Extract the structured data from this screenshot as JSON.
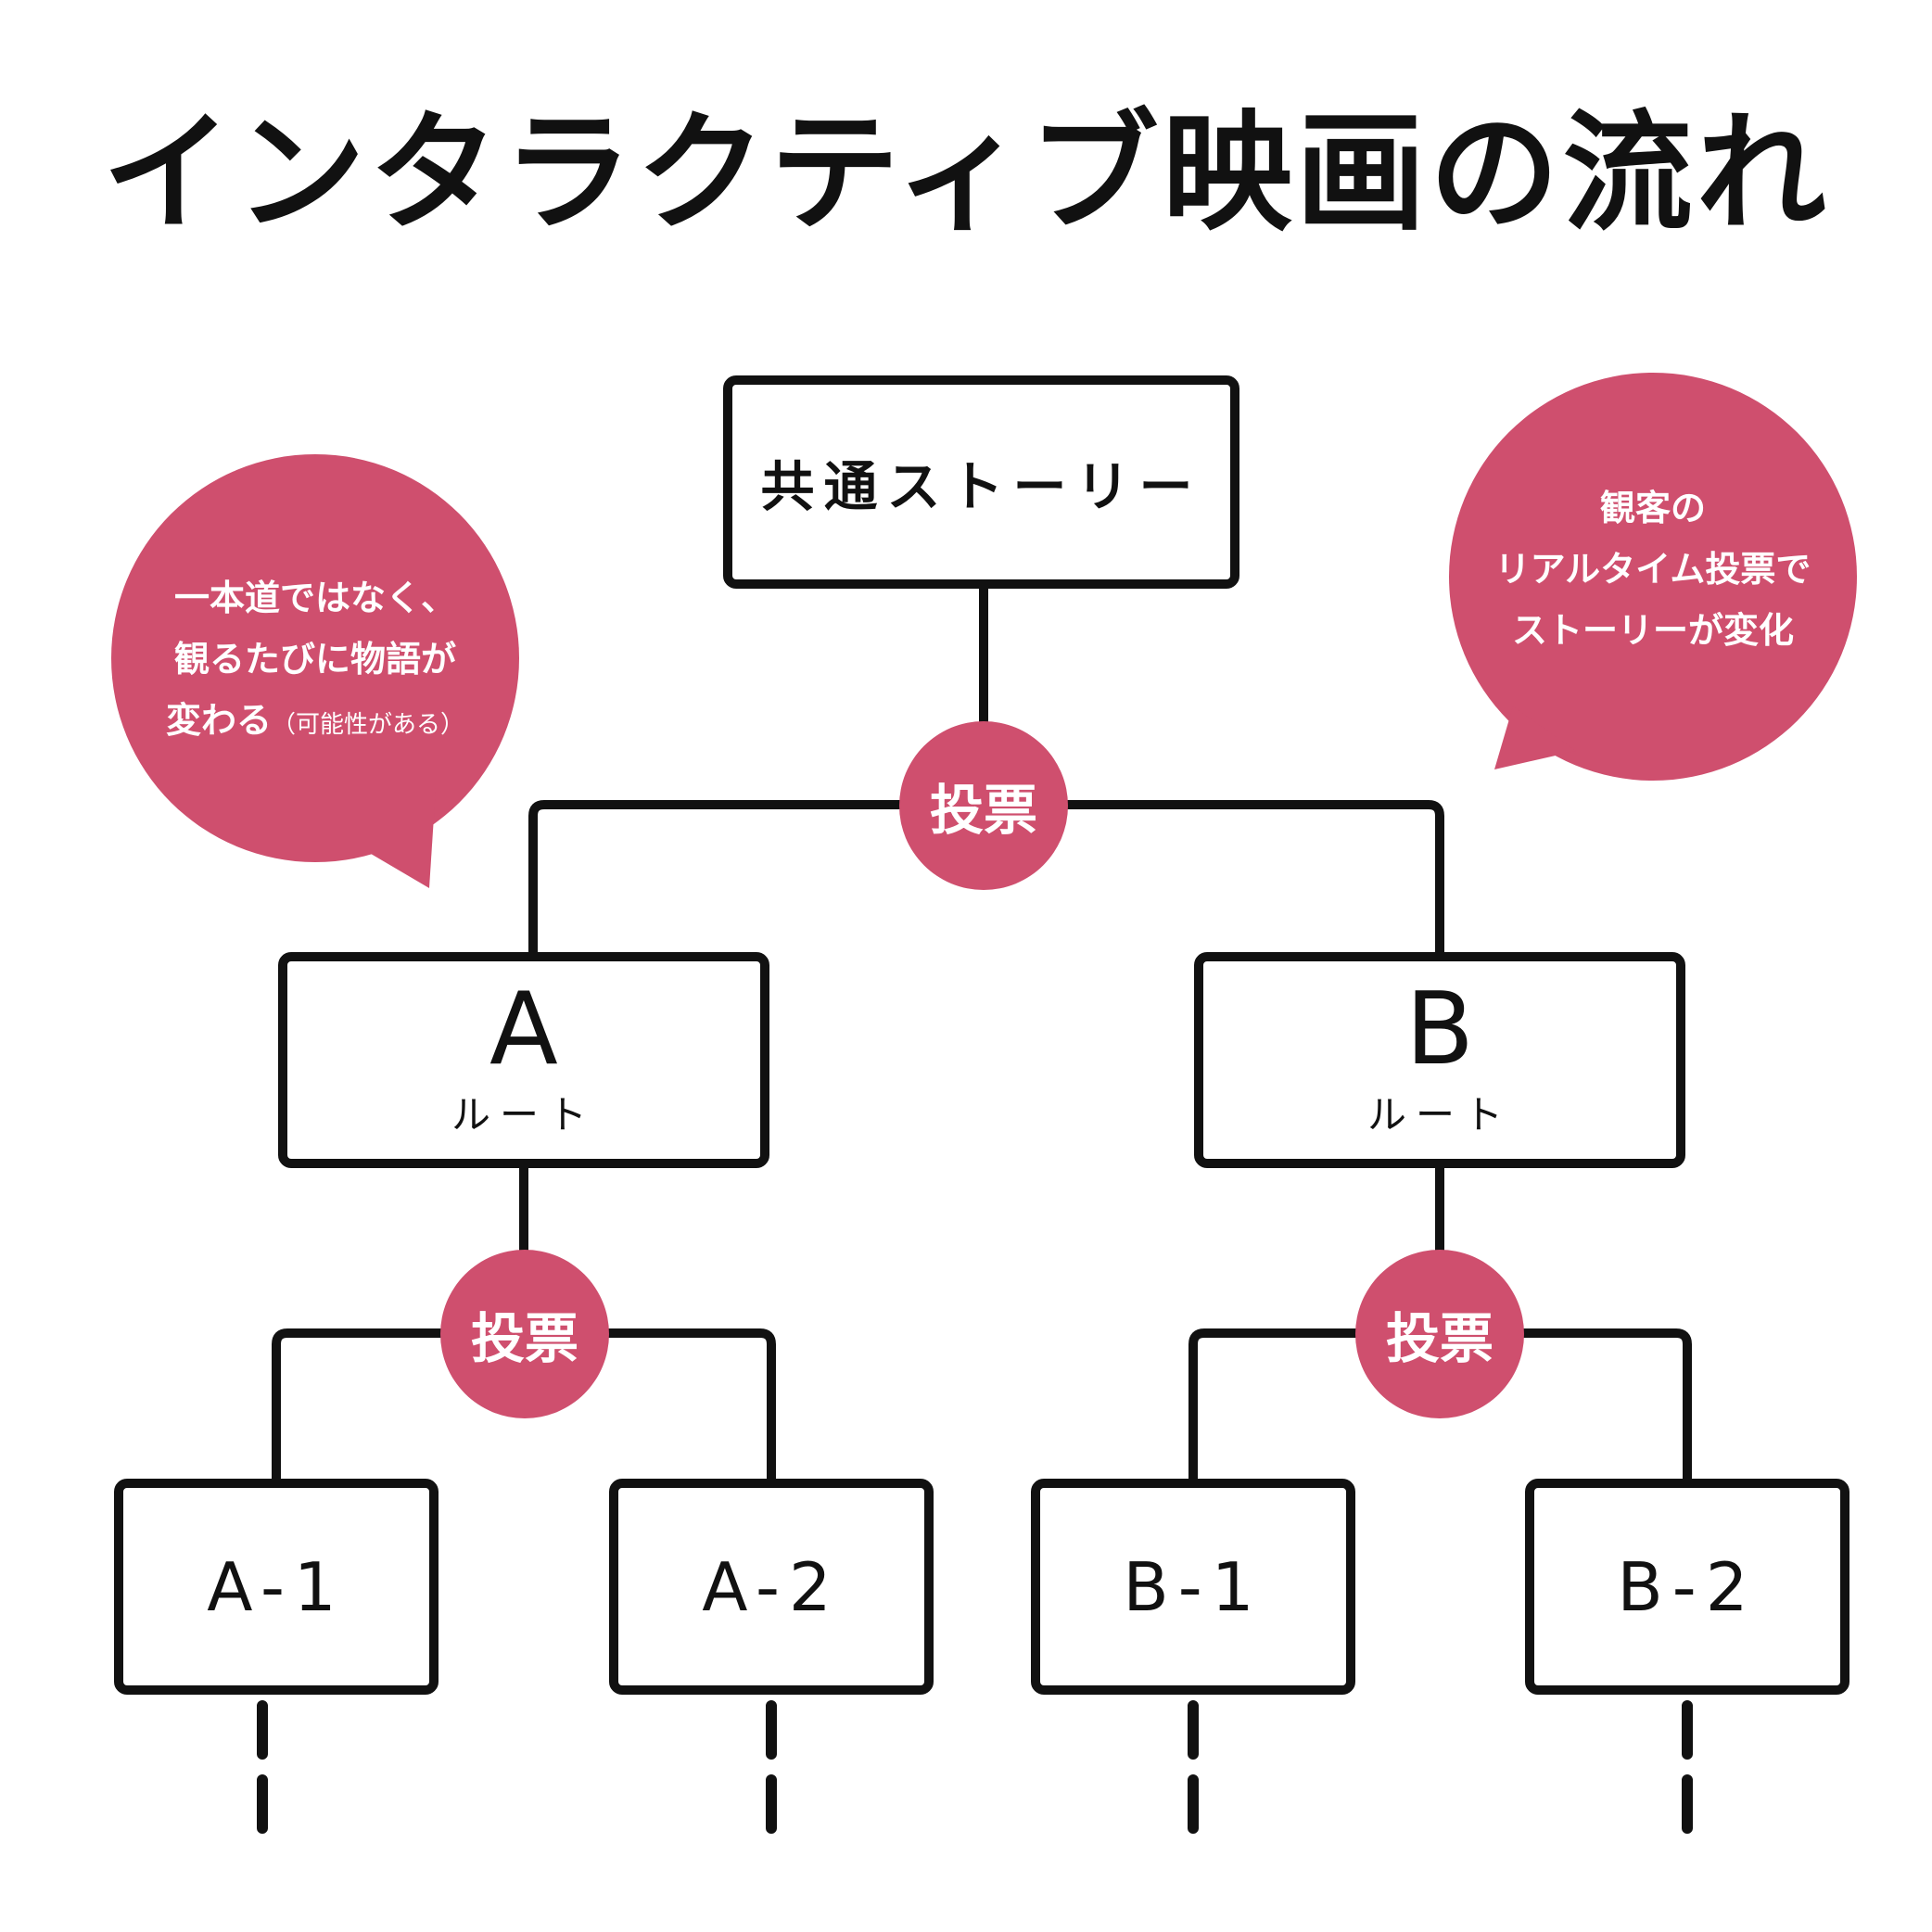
{
  "title": "インタラクティブ映画の流れ",
  "colors": {
    "line": "#111111",
    "accent": "#cf4f6e",
    "background": "#ffffff"
  },
  "root": {
    "label": "共通ストーリー"
  },
  "votes": {
    "top": "投票",
    "a": "投票",
    "b": "投票"
  },
  "routes": {
    "a": {
      "letter": "A",
      "sub": "ルート"
    },
    "b": {
      "letter": "B",
      "sub": "ルート"
    }
  },
  "leaves": {
    "a1": "A-1",
    "a2": "A-2",
    "b1": "B-1",
    "b2": "B-2"
  },
  "bubbles": {
    "left": {
      "line1": "一本道ではなく、",
      "line2": "観るたびに物語が",
      "line3": "変わる",
      "note": "（可能性がある）"
    },
    "right": {
      "line1": "観客の",
      "line2": "リアルタイム投票で",
      "line3": "ストーリーが変化"
    }
  }
}
